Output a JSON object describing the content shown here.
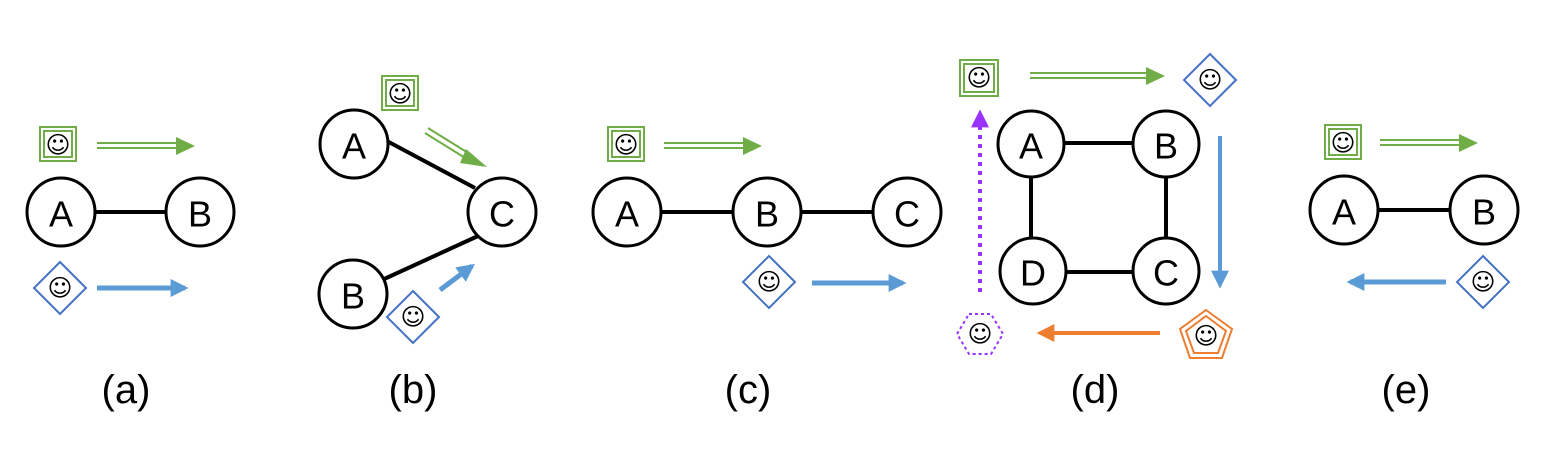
{
  "colors": {
    "green": "#70ad47",
    "blue": "#5b9bd5",
    "blue_border": "#4472c4",
    "orange": "#ed7d31",
    "purple": "#9933ff"
  },
  "agent_glyph": "☺",
  "panels": [
    {
      "id": "a",
      "caption": "(a)",
      "nodes": [
        "A",
        "B"
      ]
    },
    {
      "id": "b",
      "caption": "(b)",
      "nodes": [
        "A",
        "B",
        "C"
      ]
    },
    {
      "id": "c",
      "caption": "(c)",
      "nodes": [
        "A",
        "B",
        "C"
      ]
    },
    {
      "id": "d",
      "caption": "(d)",
      "nodes": [
        "A",
        "B",
        "C",
        "D"
      ]
    },
    {
      "id": "e",
      "caption": "(e)",
      "nodes": [
        "A",
        "B"
      ]
    }
  ],
  "agents": {
    "a": [
      {
        "icon": "square-smiley-icon",
        "color": "green"
      },
      {
        "icon": "diamond-smiley-icon",
        "color": "blue"
      }
    ],
    "b": [
      {
        "icon": "square-smiley-icon",
        "color": "green"
      },
      {
        "icon": "diamond-smiley-icon",
        "color": "blue"
      }
    ],
    "c": [
      {
        "icon": "square-smiley-icon",
        "color": "green"
      },
      {
        "icon": "diamond-smiley-icon",
        "color": "blue"
      }
    ],
    "d": [
      {
        "icon": "square-smiley-icon",
        "color": "green"
      },
      {
        "icon": "diamond-smiley-icon",
        "color": "blue"
      },
      {
        "icon": "pentagon-smiley-icon",
        "color": "orange"
      },
      {
        "icon": "hexagon-smiley-icon",
        "color": "purple"
      }
    ],
    "e": [
      {
        "icon": "square-smiley-icon",
        "color": "green"
      },
      {
        "icon": "diamond-smiley-icon",
        "color": "blue"
      }
    ]
  }
}
